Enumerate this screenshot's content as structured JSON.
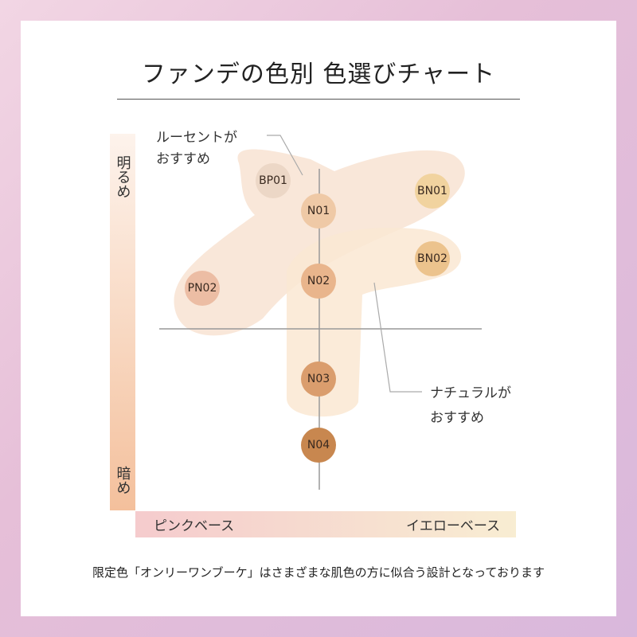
{
  "title": "ファンデの色別 色選びチャート",
  "axis": {
    "top": "明るめ",
    "bottom": "暗め",
    "left": "ピンクベース",
    "right": "イエローベース"
  },
  "callouts": {
    "lucent": [
      "ルーセントが",
      "おすすめ"
    ],
    "natural": [
      "ナチュラルが",
      "おすすめ"
    ]
  },
  "shades": [
    {
      "name": "BP01",
      "color": "#ecd7c6"
    },
    {
      "name": "N01",
      "color": "#efc9a6"
    },
    {
      "name": "BN01",
      "color": "#f1d39f"
    },
    {
      "name": "BN02",
      "color": "#ecc38d"
    },
    {
      "name": "N02",
      "color": "#e9b58c"
    },
    {
      "name": "PN02",
      "color": "#ecbda4"
    },
    {
      "name": "N03",
      "color": "#da9d6d"
    },
    {
      "name": "N04",
      "color": "#c8874f"
    }
  ],
  "footnote": "限定色「オンリーワンブーケ」はさまざまな肌色の方に似合う設計となっております"
}
